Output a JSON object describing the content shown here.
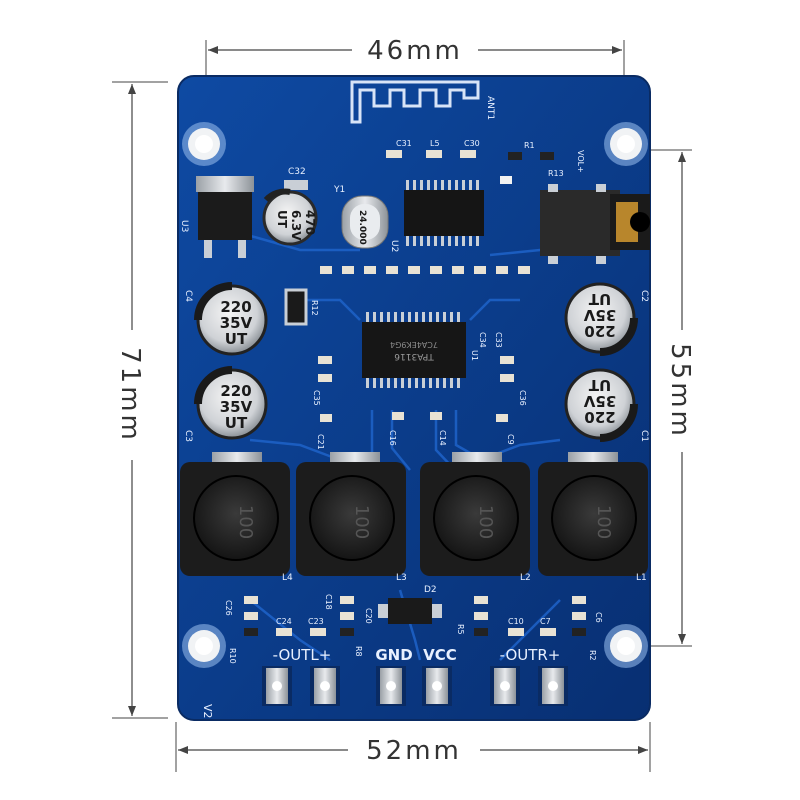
{
  "dimensions": {
    "top_width": "46mm",
    "bottom_width": "52mm",
    "left_height": "71mm",
    "right_height": "55mm"
  },
  "board": {
    "antenna_label": "ANT1",
    "version_label": "V2",
    "vol_label": "VOL+",
    "crystal_label": "24.000",
    "ic_main_label": "TPA3116",
    "ic_main_code": "7CA4EK9G4",
    "terminal_labels": {
      "outl": "-OUTL+",
      "gnd": "GND",
      "vcc": "VCC",
      "outr": "-OUTR+"
    },
    "capacitors": {
      "small_cap": [
        "470",
        "6.3V",
        "UT"
      ],
      "big_cap": [
        "220",
        "35V",
        "UT"
      ]
    },
    "inductor_value": "100",
    "designators": {
      "u3": "U3",
      "c32": "C32",
      "c31": "C31",
      "l5": "L5",
      "c30": "C30",
      "y1": "Y1",
      "c4": "C4",
      "r12": "R12",
      "c3": "C3",
      "c35": "C35",
      "c21": "C21",
      "c16": "C16",
      "c14": "C14",
      "c9": "C9",
      "c36": "C36",
      "c34": "C34",
      "c33": "C33",
      "c2": "C2",
      "c1": "C1",
      "l4": "L4",
      "l3": "L3",
      "d2": "D2",
      "l2": "L2",
      "l1": "L1",
      "c26": "C26",
      "r10": "R10",
      "c24": "C24",
      "c23": "C23",
      "c18": "C18",
      "r8": "R8",
      "c20": "C20",
      "r5": "R5",
      "c10": "C10",
      "c7": "C7",
      "c6": "C6",
      "r2": "R2",
      "r1": "R1",
      "r13": "R13",
      "u1": "U1",
      "u2": "U2"
    }
  },
  "colors": {
    "pcb": "#0b3d8c",
    "pcb_dark": "#062a66",
    "trace": "#1a5fc4",
    "silk": "#e8f0ff",
    "pad": "#c9cfd6",
    "dimension_line": "#444444"
  }
}
